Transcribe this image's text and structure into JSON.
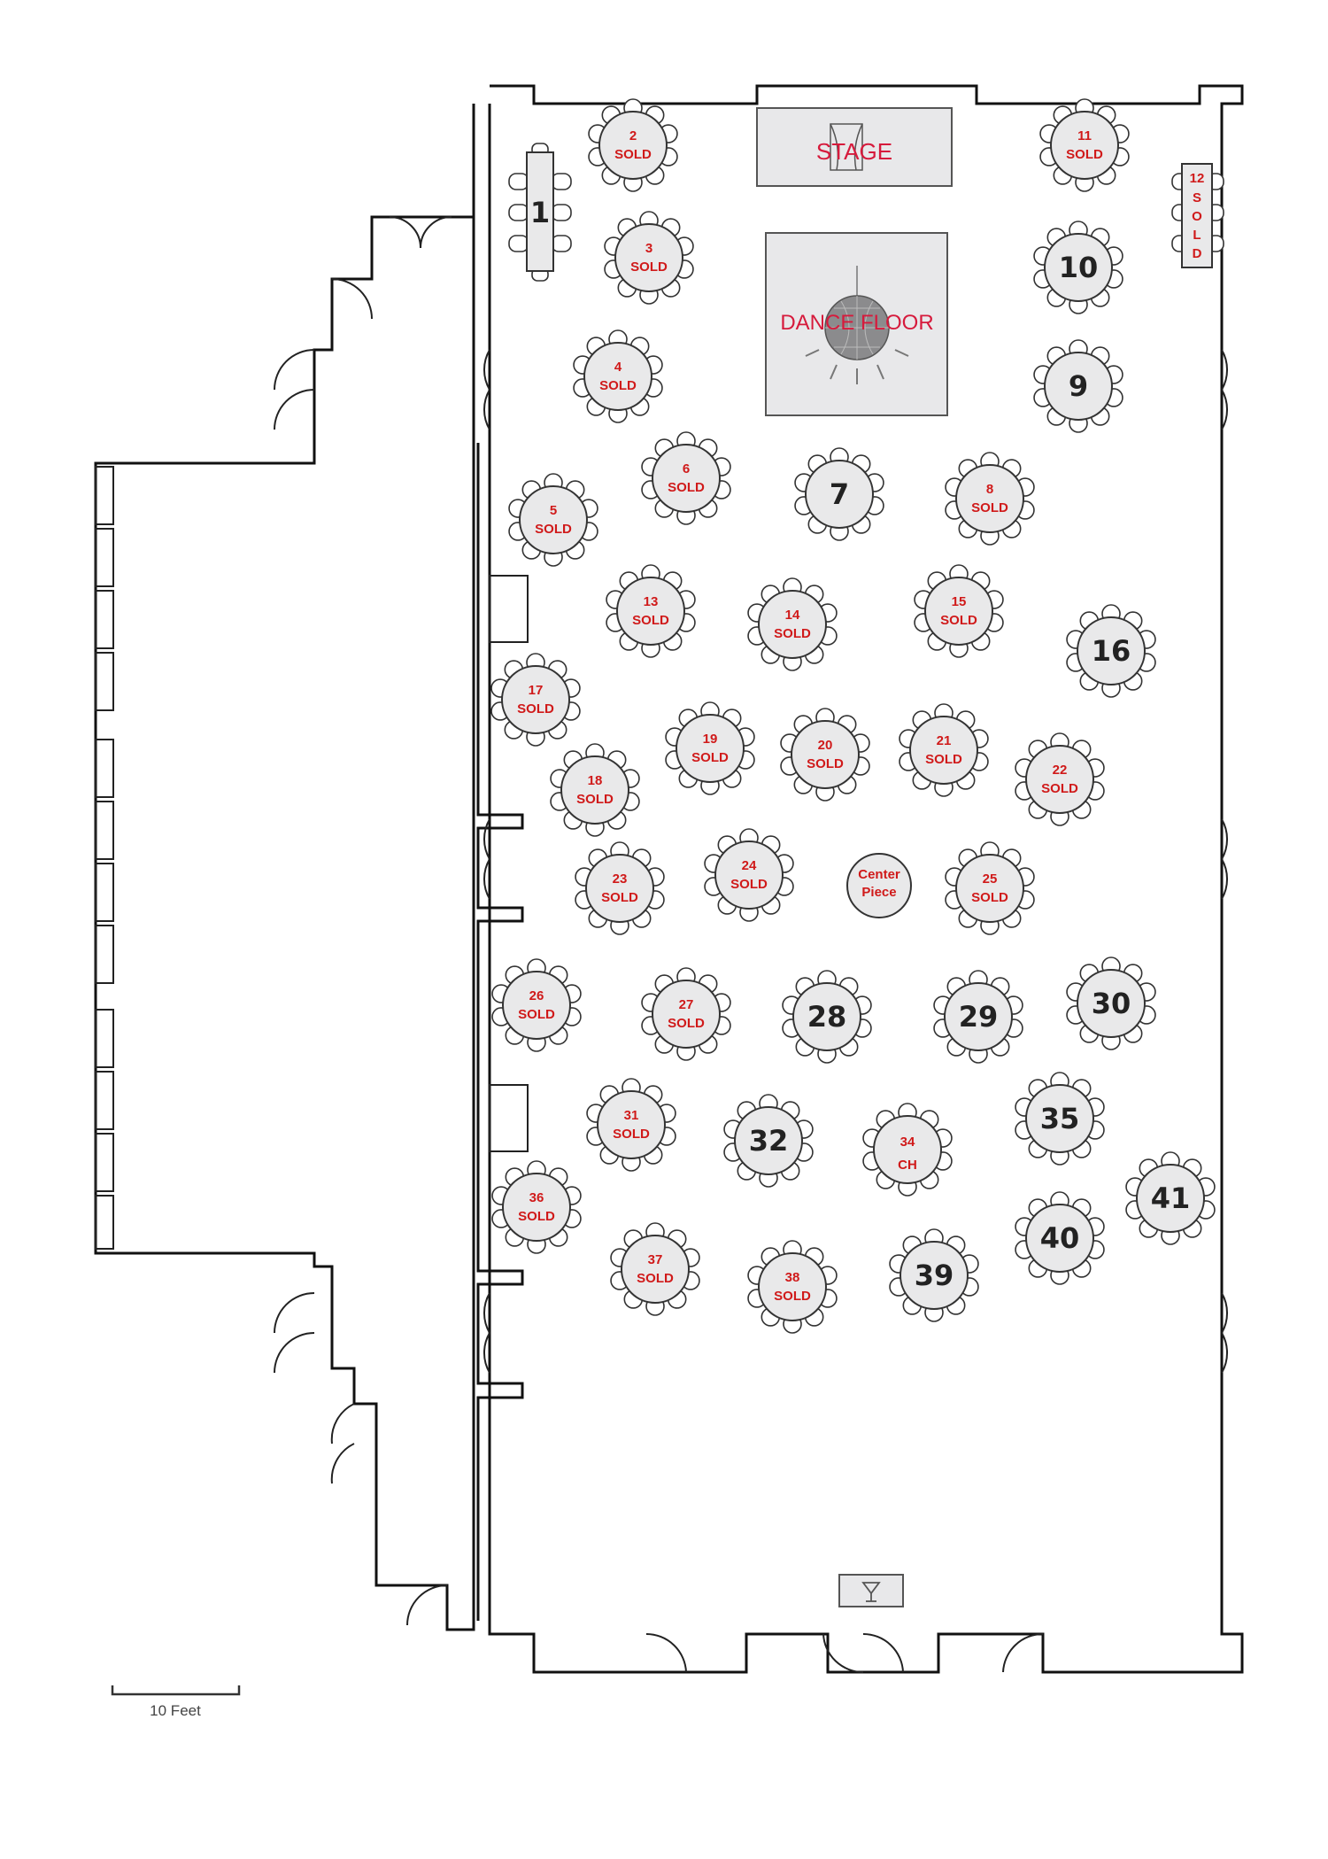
{
  "floor": {
    "stage_label": "STAGE",
    "dance_floor_label": "DANCE FLOOR",
    "centerpiece_label": [
      "Center",
      "Piece"
    ],
    "scale_label": "10 Feet"
  },
  "banquet_tables": [
    {
      "number": "1",
      "status": "",
      "orientation": "vertical"
    },
    {
      "number": "12",
      "status": "SOLD",
      "orientation": "vertical"
    }
  ],
  "round_tables": [
    {
      "number": "2",
      "status": "SOLD"
    },
    {
      "number": "3",
      "status": "SOLD"
    },
    {
      "number": "4",
      "status": "SOLD"
    },
    {
      "number": "5",
      "status": "SOLD"
    },
    {
      "number": "6",
      "status": "SOLD"
    },
    {
      "number": "7",
      "status": ""
    },
    {
      "number": "8",
      "status": "SOLD"
    },
    {
      "number": "9",
      "status": ""
    },
    {
      "number": "10",
      "status": ""
    },
    {
      "number": "11",
      "status": "SOLD"
    },
    {
      "number": "13",
      "status": "SOLD"
    },
    {
      "number": "14",
      "status": "SOLD"
    },
    {
      "number": "15",
      "status": "SOLD"
    },
    {
      "number": "16",
      "status": ""
    },
    {
      "number": "17",
      "status": "SOLD"
    },
    {
      "number": "18",
      "status": "SOLD"
    },
    {
      "number": "19",
      "status": "SOLD"
    },
    {
      "number": "20",
      "status": "SOLD"
    },
    {
      "number": "21",
      "status": "SOLD"
    },
    {
      "number": "22",
      "status": "SOLD"
    },
    {
      "number": "23",
      "status": "SOLD"
    },
    {
      "number": "24",
      "status": "SOLD"
    },
    {
      "number": "25",
      "status": "SOLD"
    },
    {
      "number": "26",
      "status": "SOLD"
    },
    {
      "number": "27",
      "status": "SOLD"
    },
    {
      "number": "28",
      "status": ""
    },
    {
      "number": "29",
      "status": ""
    },
    {
      "number": "30",
      "status": ""
    },
    {
      "number": "31",
      "status": "SOLD"
    },
    {
      "number": "32",
      "status": ""
    },
    {
      "number": "34",
      "status": "CH"
    },
    {
      "number": "35",
      "status": ""
    },
    {
      "number": "36",
      "status": "SOLD"
    },
    {
      "number": "37",
      "status": "SOLD"
    },
    {
      "number": "38",
      "status": "SOLD"
    },
    {
      "number": "39",
      "status": ""
    },
    {
      "number": "40",
      "status": ""
    },
    {
      "number": "41",
      "status": ""
    }
  ],
  "colors": {
    "sold_text": "#d01a1a",
    "feature_label": "#d61a3c",
    "table_fill": "#e9e9ea",
    "wall": "#111111"
  },
  "icons": [
    "stage-curtain-icon",
    "disco-ball-icon",
    "cocktail-glass-icon"
  ]
}
